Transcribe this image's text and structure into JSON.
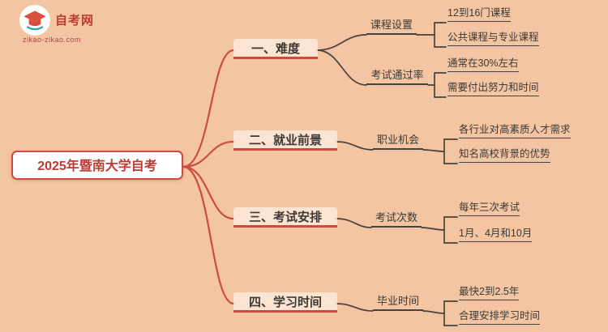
{
  "logo": {
    "site_name": "自考网",
    "site_url": "zikao-zikao.com"
  },
  "root": {
    "label": "2025年暨南大学自考"
  },
  "branches": [
    {
      "label": "一、难度",
      "children": [
        {
          "label": "课程设置",
          "leaves": [
            "12到16门课程",
            "公共课程与专业课程"
          ]
        },
        {
          "label": "考试通过率",
          "leaves": [
            "通常在30%左右",
            "需要付出努力和时间"
          ]
        }
      ]
    },
    {
      "label": "二、就业前景",
      "children": [
        {
          "label": "职业机会",
          "leaves": [
            "各行业对高素质人才需求",
            "知名高校背景的优势"
          ]
        }
      ]
    },
    {
      "label": "三、考试安排",
      "children": [
        {
          "label": "考试次数",
          "leaves": [
            "每年三次考试",
            "1月、4月和10月"
          ]
        }
      ]
    },
    {
      "label": "四、学习时间",
      "children": [
        {
          "label": "毕业时间",
          "leaves": [
            "最快2到2.5年",
            "合理安排学习时间"
          ]
        }
      ]
    }
  ],
  "colors": {
    "bg": "#f4c5a3",
    "accent": "#cd4b41",
    "accent-dark": "#bf3a33",
    "line-dark": "#46423e",
    "text-dark": "#3c3934",
    "node-bg": "#ffffff"
  }
}
